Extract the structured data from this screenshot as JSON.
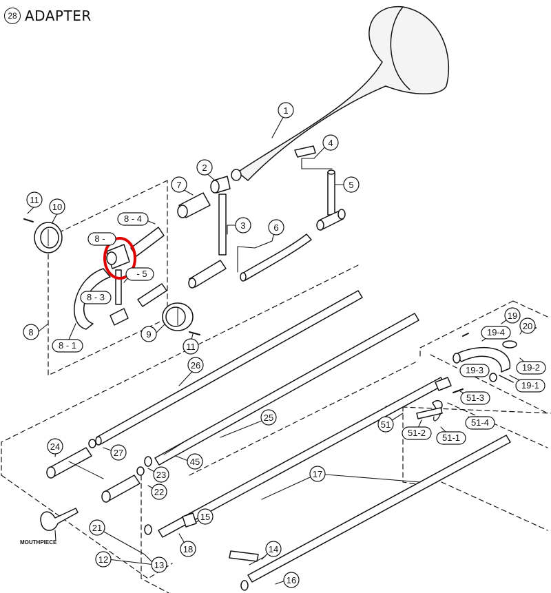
{
  "header": {
    "number": "28",
    "title": "ADAPTER"
  },
  "callouts": {
    "p1": "1",
    "p2": "2",
    "p3": "3",
    "p4": "4",
    "p5": "5",
    "p6": "6",
    "p7": "7",
    "p8": "8",
    "p8_1": "8 - 1",
    "p8_2": "8 -",
    "p8_3": "8 - 3",
    "p8_4": "8 - 4",
    "p8_5": "- 5",
    "p9": "9",
    "p10": "10",
    "p11a": "11",
    "p11b": "11",
    "p12": "12",
    "p13": "13",
    "p14": "14",
    "p15": "15",
    "p16": "16",
    "p17": "17",
    "p18": "18",
    "p19": "19",
    "p19_1": "19-1",
    "p19_2": "19-2",
    "p19_3": "19-3",
    "p19_4": "19-4",
    "p20": "20",
    "p21": "21",
    "p22": "22",
    "p23": "23",
    "p24": "24",
    "p25": "25",
    "p26": "26",
    "p27": "27",
    "p45": "45",
    "p51": "51",
    "p51_1": "51-1",
    "p51_2": "51-2",
    "p51_3": "51-3",
    "p51_4": "51-4"
  },
  "labels": {
    "mouthpiece": "MOUTHPIECE"
  },
  "colors": {
    "line": "#111111",
    "highlight": "#e00000",
    "bell_fill": "#f4f4f4"
  }
}
